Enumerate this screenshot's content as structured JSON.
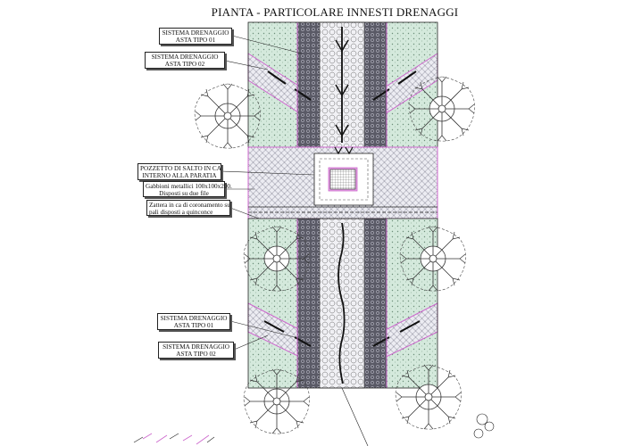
{
  "title": "PIANTA - PARTICOLARE INNESTI DRENAGGI",
  "labels": {
    "top_asta01": [
      "SISTEMA DRENAGGIO",
      "ASTA TIPO 01"
    ],
    "top_asta02": [
      "SISTEMA DRENAGGIO",
      "ASTA TIPO 02"
    ],
    "pozzetto": [
      "POZZETTO DI SALTO IN CA",
      "INTERNO ALLA PARATIA"
    ],
    "gabbioni": [
      "Gabbioni metallici 100x100x200.",
      "Disposti su due file"
    ],
    "zattera": [
      "Zattera in ca di coronamento su",
      "pali disposti a quinconce"
    ],
    "bottom_asta01": [
      "SISTEMA DRENAGGIO",
      "ASTA TIPO 01"
    ],
    "bottom_asta02": [
      "SISTEMA DRENAGGIO",
      "ASTA TIPO 02"
    ]
  },
  "colors": {
    "vegetation": "#cfe6d8",
    "gabion": "#e7e7f0",
    "channel": "#555560",
    "drain_pink": "#cc66cc",
    "line": "#222222"
  }
}
